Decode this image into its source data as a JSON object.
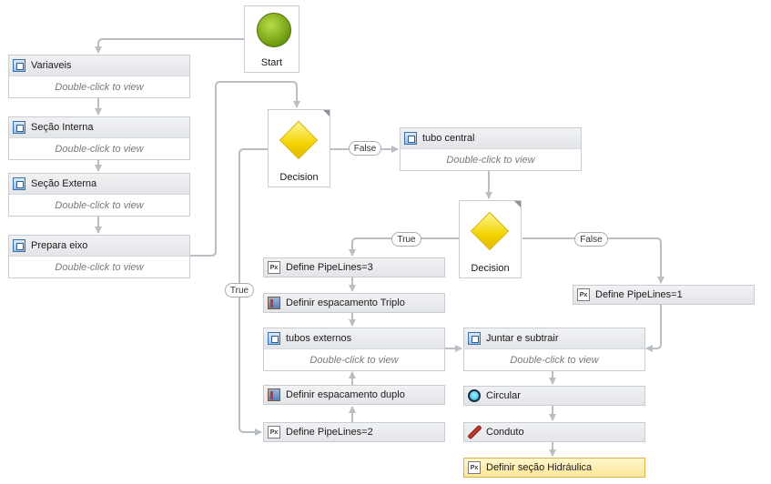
{
  "start": {
    "label": "Start"
  },
  "activities": {
    "variaveis": {
      "title": "Variaveis",
      "hint": "Double-click to view",
      "icon": "sequence-icon"
    },
    "secao_interna": {
      "title": "Seção Interna",
      "hint": "Double-click to view",
      "icon": "sequence-icon"
    },
    "secao_externa": {
      "title": "Seção Externa",
      "hint": "Double-click to view",
      "icon": "sequence-icon"
    },
    "prepara_eixo": {
      "title": "Prepara eixo",
      "hint": "Double-click to view",
      "icon": "sequence-icon"
    },
    "tubo_central": {
      "title": "tubo central",
      "hint": "Double-click to view",
      "icon": "sequence-icon"
    },
    "define_pipelines_3": {
      "title": "Define PipeLines=3",
      "icon": "assign-icon"
    },
    "definir_espacamento_triplo": {
      "title": "Definir espacamento Triplo",
      "icon": "invoke-icon"
    },
    "tubos_externos": {
      "title": "tubos externos",
      "hint": "Double-click to view",
      "icon": "sequence-icon"
    },
    "definir_espacamento_duplo": {
      "title": "Definir espacamento duplo",
      "icon": "invoke-icon"
    },
    "define_pipelines_2": {
      "title": "Define PipeLines=2",
      "icon": "assign-icon"
    },
    "define_pipelines_1": {
      "title": "Define PipeLines=1",
      "icon": "assign-icon"
    },
    "juntar_e_subtrair": {
      "title": "Juntar e subtrair",
      "hint": "Double-click to view",
      "icon": "sequence-icon"
    },
    "circular": {
      "title": "Circular",
      "icon": "circle-icon"
    },
    "conduto": {
      "title": "Conduto",
      "icon": "pipe-icon"
    },
    "definir_secao_hidraulica": {
      "title": "Definir seção Hidráulica",
      "icon": "assign-icon"
    }
  },
  "decisions": {
    "decision_1": {
      "label": "Decision"
    },
    "decision_2": {
      "label": "Decision"
    }
  },
  "edge_labels": {
    "d1_false": "False",
    "d1_true": "True",
    "d2_true": "True",
    "d2_false": "False"
  },
  "icon_glyphs": {
    "assign": "Px"
  },
  "colors": {
    "connector": "#b9bec4",
    "highlight_fill": "#fdf0b5",
    "start_green": "#7aa614",
    "decision_yellow": "#f2d300"
  }
}
